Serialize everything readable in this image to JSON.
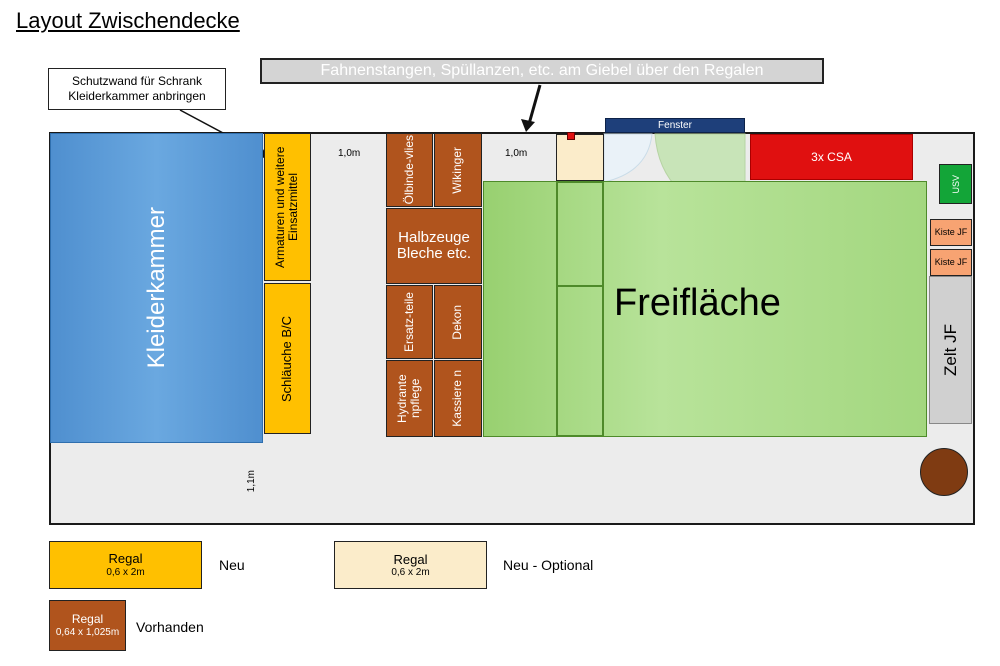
{
  "title": "Layout Zwischendecke",
  "callout": "Schutzwand für Schrank Kleiderkammer anbringen",
  "banner": "Fahnenstangen, Spüllanzen, etc. am Giebel über den Regalen",
  "rooms": {
    "kleiderkammer": "Kleiderkammer",
    "armaturen": "Armaturen und weitere Einsatzmittel",
    "schlaeuche": "Schläuche B/C",
    "oelbindevlies": "Ölbinde-vlies",
    "wikinger": "Wikinger",
    "halbzeuge": "Halbzeuge Bleche etc.",
    "ersatzteile": "Ersatz-teile",
    "dekon": "Dekon",
    "hydrantenpflege": "Hydrante npflege",
    "kassieren": "Kassiere n",
    "fenster": "Fenster",
    "csa": "3x CSA",
    "usv": "USV",
    "kiste1": "Kiste JF",
    "kiste2": "Kiste JF",
    "zelt": "Zelt JF",
    "freiflaeche": "Freifläche"
  },
  "dimensions": {
    "gap1": "1,0m",
    "gap2": "1,0m",
    "aisle": "1,1m"
  },
  "legend": [
    {
      "title": "Regal",
      "size": "0,6 x 2m",
      "label": "Neu",
      "color": "#ffc000"
    },
    {
      "title": "Regal",
      "size": "0,6 x 2m",
      "label": "Neu - Optional",
      "color": "#fbecca"
    },
    {
      "title": "Regal",
      "size": "0,64 x 1,025m",
      "label": "Vorhanden",
      "color": "#b0541d"
    }
  ]
}
